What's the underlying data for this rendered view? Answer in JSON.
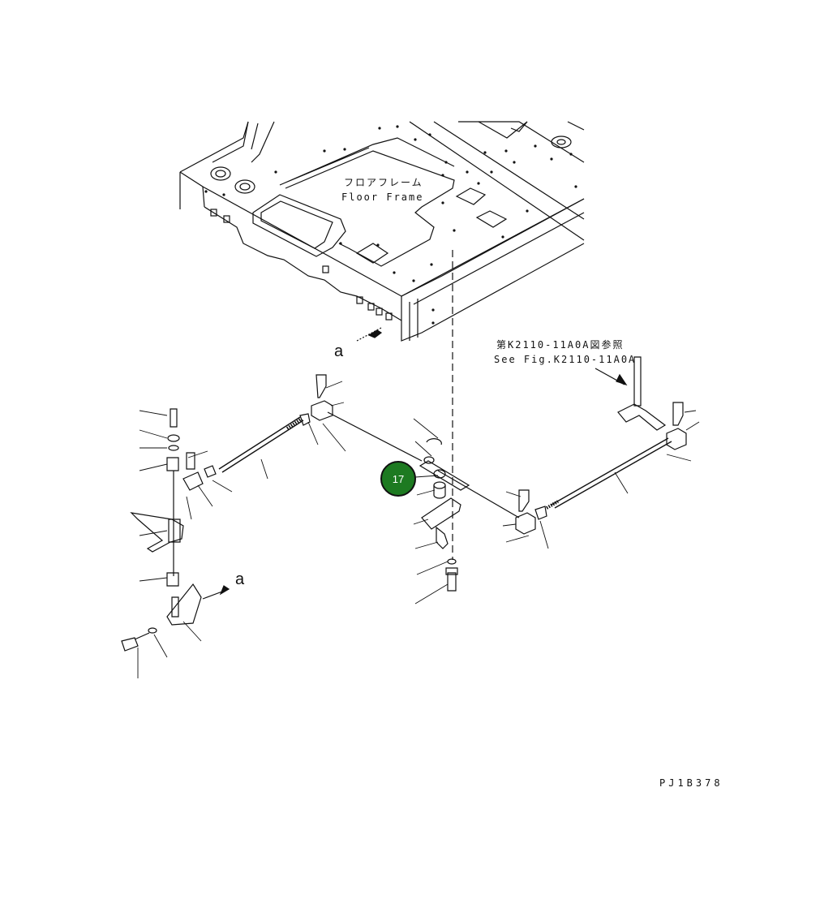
{
  "labels": {
    "floor_frame_jp": "フロアフレーム",
    "floor_frame_en": "Floor Frame",
    "reference_jp": "第K2110-11A0A図参照",
    "reference_en": "See Fig.K2110-11A0A",
    "view_arrow_1": "a",
    "view_arrow_2": "a",
    "drawing_number": "PJ1B378"
  },
  "callout": {
    "number": "17",
    "color": "#1d7a21"
  }
}
